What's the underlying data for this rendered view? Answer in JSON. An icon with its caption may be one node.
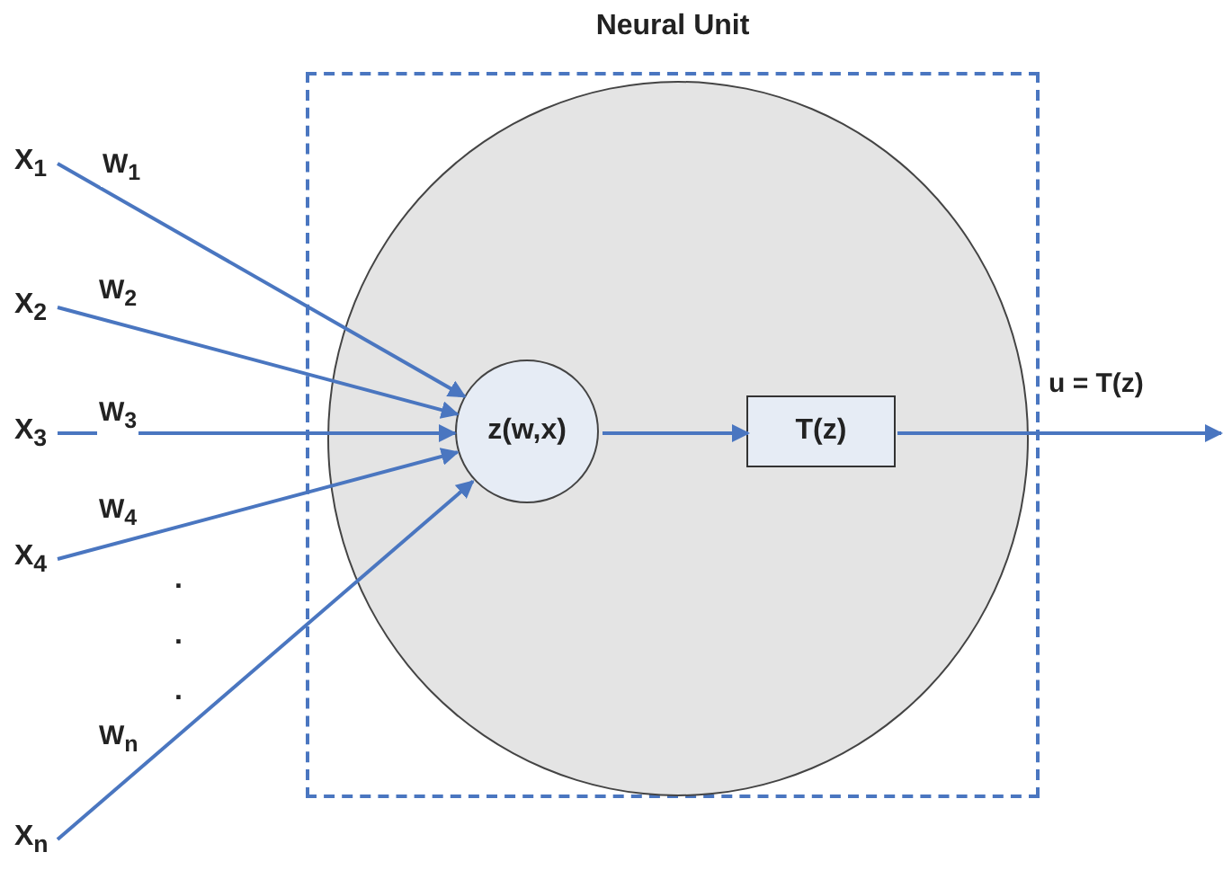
{
  "diagram": {
    "nodes": [
      {
        "text": [
          "Neural Unit"
        ]
      },
      {
        "text": [],
        "shape": "circle",
        "in": 0
      },
      {
        "text": [
          "z(w,x)"
        ],
        "in": 1
      },
      {
        "text": [
          "T(z)"
        ],
        "in": 1
      },
      {
        "text": [
          "X$_{1}$"
        ]
      },
      {
        "text": [
          "X$_{2}$"
        ]
      },
      {
        "text": [
          "X$_{3}$"
        ]
      },
      {
        "text": [
          "X$_{4}$"
        ]
      },
      {
        "text": [
          "X$_{n}$"
        ]
      }
    ],
    "edges": [
      {
        "from": 4,
        "to": 2,
        "arrow": "to",
        "label": "W$_{1}$"
      },
      {
        "from": 5,
        "to": 2,
        "arrow": "to",
        "label": "W$_{2}$"
      },
      {
        "from": 6,
        "to": 2,
        "arrow": "to",
        "label": "W$_{3}$"
      },
      {
        "from": 7,
        "to": 2,
        "arrow": "to",
        "label": "W$_{4}$"
      },
      {
        "from": 8,
        "to": 2,
        "arrow": "to",
        "label": "W$_{n}$"
      },
      {
        "from": 2,
        "to": 3,
        "arrow": "to"
      },
      {
        "from": 3,
        "to": null,
        "arrow": "to",
        "label": "u = T(z)"
      }
    ],
    "labels": [
      ".",
      ".",
      "."
    ]
  }
}
